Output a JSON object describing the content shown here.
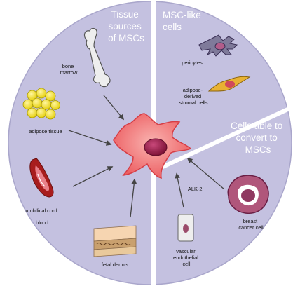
{
  "sections": {
    "tissue": {
      "title_lines": [
        "Tissue",
        "sources",
        "of MSCs"
      ]
    },
    "msc_like": {
      "title_lines": [
        "MSC-like",
        "cells"
      ]
    },
    "convert": {
      "title_lines": [
        "Cells able to",
        "convert to",
        "MSCs"
      ]
    }
  },
  "labels": {
    "bone_marrow": [
      "bone",
      "marrow"
    ],
    "adipose_tissue": "adipose tissue",
    "umbilical": [
      "umbilical cord",
      "blood"
    ],
    "fetal_dermis": "fetal dermis",
    "pericytes": "pericytes",
    "adipose_stromal": [
      "adipose-",
      "derived",
      "stromal cells"
    ],
    "breast_cancer": [
      "breast",
      "cancer cell"
    ],
    "vascular": [
      "vascular",
      "endothelial",
      "cell"
    ],
    "alk2": "ALK-2"
  },
  "colors": {
    "background": "#ffffff",
    "circle": "#c4c1e0",
    "circle_edge": "#a9a6cb",
    "divider": "#ffffff",
    "msc_cell": "#ee5b60",
    "msc_nucleus": "#9e1b46",
    "adipose": "#f3e617",
    "breast_cell": "#b0567b",
    "arrow": "#444444"
  },
  "icons": [
    "bone-icon",
    "fat-cluster-icon",
    "umbilical-cord-icon",
    "skin-layer-icon",
    "pericyte-icon",
    "stromal-cell-icon",
    "cancer-cell-icon",
    "endothelial-cell-icon",
    "msc-cell-icon"
  ]
}
